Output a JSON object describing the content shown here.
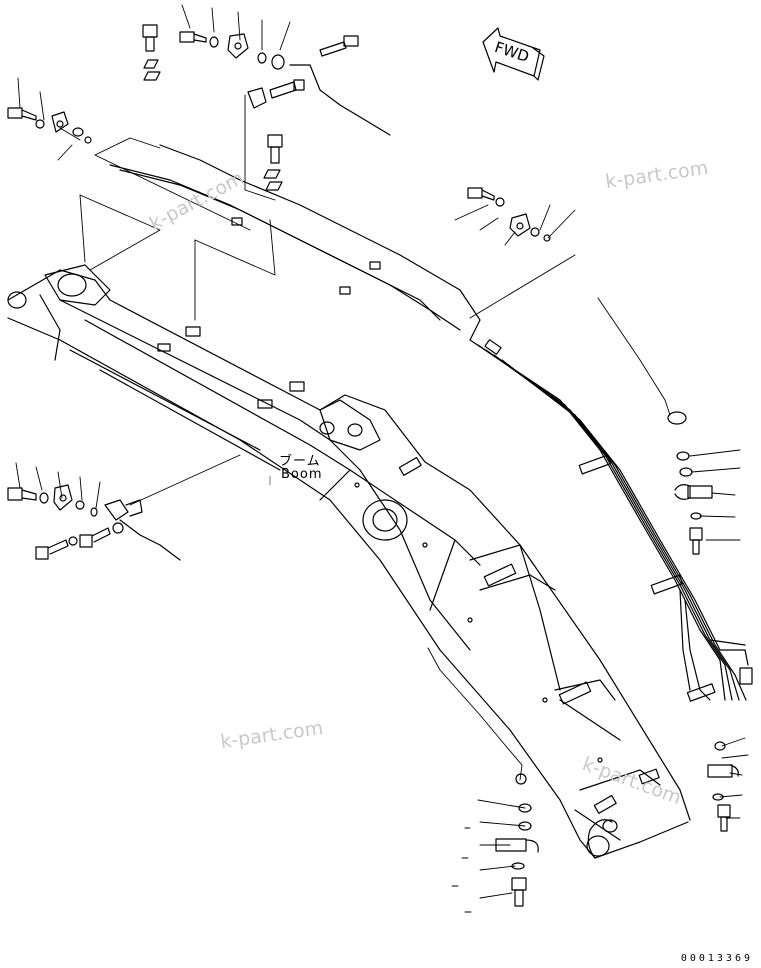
{
  "boom_label_jp": "ブーム",
  "boom_label_en": "Boom",
  "fwd_label": "FWD",
  "watermark": "k-part.com",
  "drawing_number": "00013369"
}
